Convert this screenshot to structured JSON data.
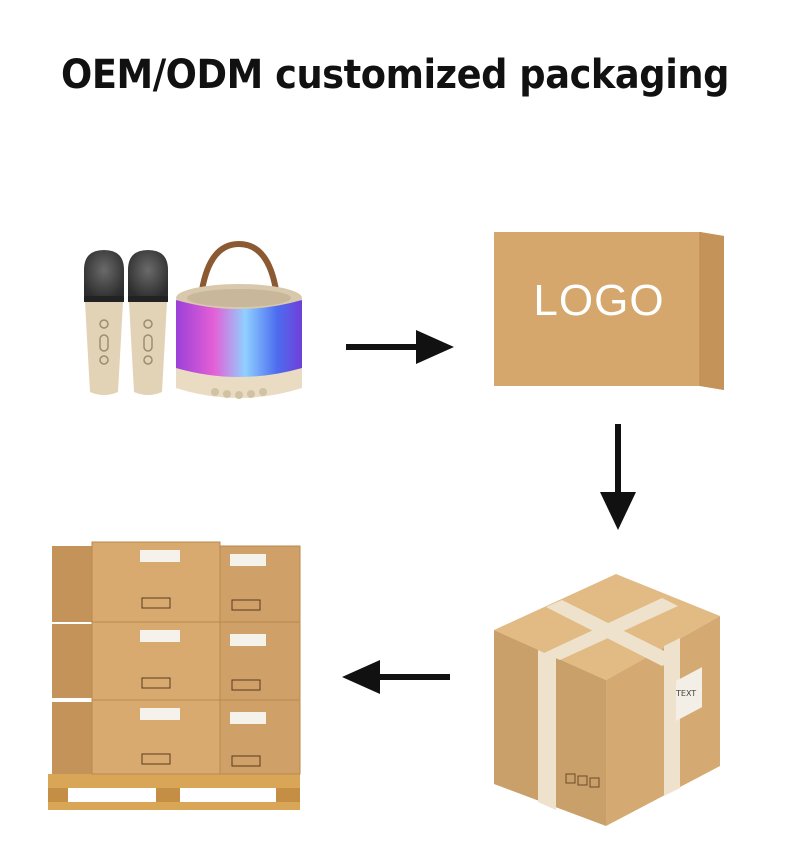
{
  "title": "OEM/ODM customized packaging",
  "logo_box": {
    "label": "LOGO"
  },
  "shipping_box": {
    "label_text": "TEXT"
  },
  "colors": {
    "cardboard": "#d2a46a",
    "cardboard_dark": "#b98a4e",
    "tape": "#efe2cd",
    "arrow": "#111111"
  },
  "icons": [
    "karaoke-microphone-icon",
    "bluetooth-speaker-icon",
    "arrow-right-icon",
    "arrow-down-icon",
    "arrow-left-icon",
    "pallet-icon"
  ]
}
